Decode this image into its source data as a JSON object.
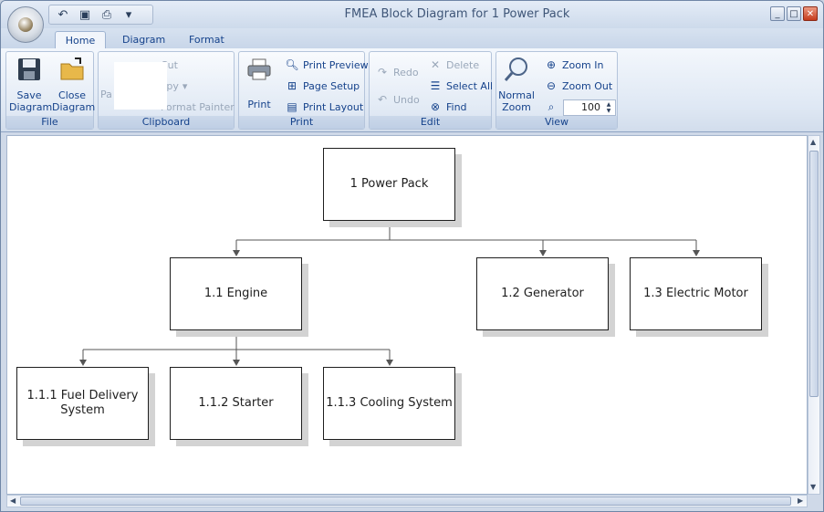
{
  "window": {
    "title": "FMEA Block Diagram for 1 Power Pack",
    "minimize": "_",
    "maximize": "□",
    "close": "✕"
  },
  "qat": {
    "undo": "↶",
    "save": "▣",
    "print": "⎙",
    "more": "▾"
  },
  "tabs": [
    "Home",
    "Diagram",
    "Format"
  ],
  "ribbon": {
    "file": {
      "label": "File",
      "save": "Save Diagram",
      "close": "Close Diagram"
    },
    "clipboard": {
      "label": "Clipboard",
      "paste": "Pa",
      "cut": "Cut",
      "copy": "Copy",
      "format_painter": "Format Painter"
    },
    "print": {
      "label": "Print",
      "print": "Print",
      "preview": "Print Preview",
      "setup": "Page Setup",
      "layout": "Print Layout"
    },
    "edit": {
      "label": "Edit",
      "redo": "Redo",
      "undo": "Undo",
      "delete": "Delete",
      "select_all": "Select All",
      "find": "Find"
    },
    "view": {
      "label": "View",
      "normal_zoom": "Normal Zoom",
      "zoom_in": "Zoom In",
      "zoom_out": "Zoom Out",
      "zoom_value": "100"
    }
  },
  "diagram": {
    "root": "1 Power Pack",
    "engine": "1.1 Engine",
    "generator": "1.2 Generator",
    "motor": "1.3 Electric Motor",
    "fuel": "1.1.1 Fuel Delivery System",
    "starter": "1.1.2 Starter",
    "cooling": "1.1.3 Cooling System"
  },
  "colors": {
    "accent": "#15428b",
    "ribbon": "#dfe8f4",
    "shadow": "#d3d3d3"
  }
}
